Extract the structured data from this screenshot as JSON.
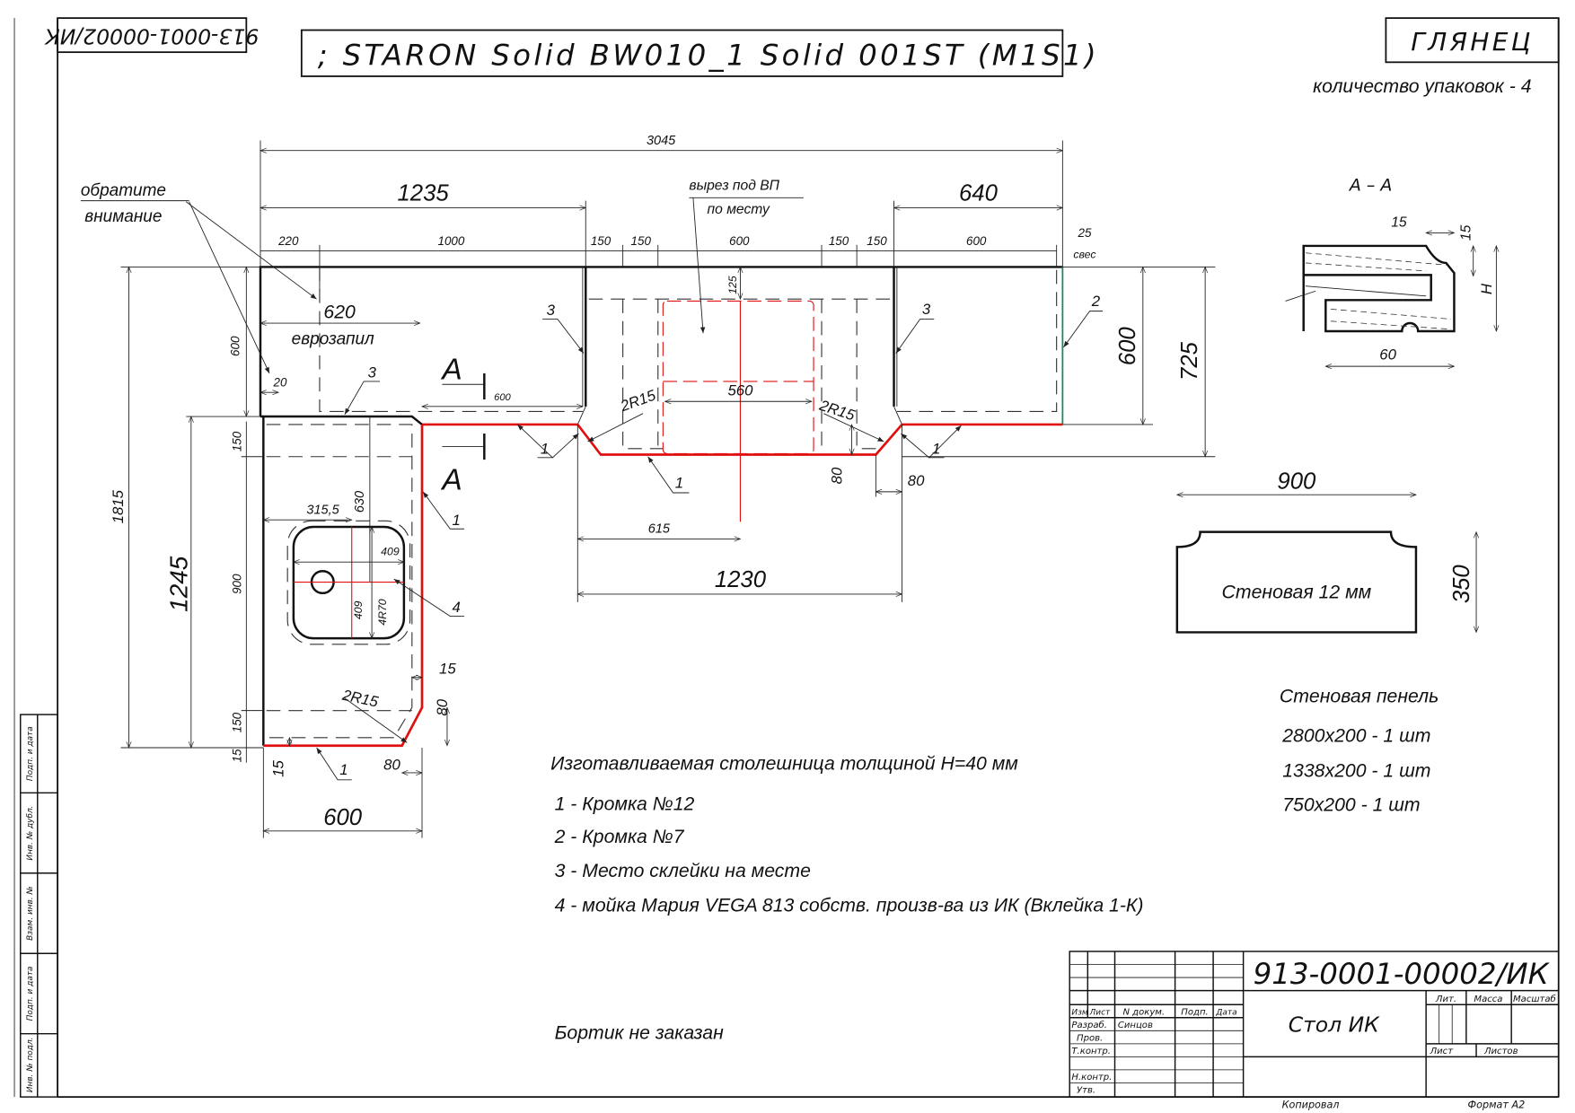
{
  "header": {
    "corner_code": "913-0001-00002/ИК",
    "title": "; STARON Solid BW010_1 Solid 001ST (M1S1)",
    "finish": "ГЛЯНЕЦ",
    "packages": "количество упаковок - 4"
  },
  "annotations": {
    "attention_line1": "обратите",
    "attention_line2": "внимание",
    "eurojoint_length": "620",
    "eurojoint": "еврозапил",
    "hob_cutout_line1": "вырез под ВП",
    "hob_cutout_line2": "по месту",
    "overhang": "свес",
    "section_mark": "A",
    "section_title": "A – A",
    "wall_panel_label": "Стеновая 12 мм"
  },
  "callouts": {
    "edge_12": "1",
    "edge_7": "2",
    "glue": "3",
    "sink": "4"
  },
  "dimensions": {
    "overall_width": "3045",
    "left_run": "1235",
    "right_run": "640",
    "seg_220": "220",
    "seg_1000": "1000",
    "seg_150": "150",
    "seg_600": "600",
    "overhang_25": "25",
    "hob_offset": "125",
    "hob_width": "560",
    "radius_2r15": "2R15",
    "depth_600": "600",
    "depth_725": "725",
    "chamfer_80": "80",
    "offset_615": "615",
    "span_1230": "1230",
    "total_1815": "1815",
    "leg_1245": "1245",
    "small_600": "600",
    "small_150": "150",
    "small_900": "900",
    "small_15": "15",
    "small_20": "20",
    "section_600": "600",
    "sink_offset": "315,5",
    "sink_center": "630",
    "sink_width": "409",
    "sink_height": "409",
    "sink_radius": "4R70",
    "leg_width": "600",
    "panel_width": "900",
    "panel_height": "350",
    "aa_15_h": "15",
    "aa_15_v": "15",
    "aa_h": "H",
    "aa_60": "60"
  },
  "notes": {
    "thickness": "Изготавливаемая столешница толщиной Н=40 мм",
    "items": [
      "1 -  Кромка №12",
      "2 -  Кромка №7",
      "3 -  Место склейки на месте",
      "4 -  мойка Мария VEGA 813 собств. произв-ва из ИК (Вклейка 1-К)"
    ],
    "backsplash_title": "Стеновая пенель",
    "backsplash_items": [
      "2800x200 - 1 шт",
      "1338x200 - 1 шт",
      "750x200 - 1 шт"
    ],
    "border": "Бортик не заказан"
  },
  "side_strip": [
    "Подп. и дата",
    "Инв. № дубл.",
    "Взам. инв. №",
    "Подп. и дата",
    "Инв. № подл."
  ],
  "title_block": {
    "doc_number": "913-0001-00002/ИК",
    "name": "Стол ИК",
    "col_change": "Изм",
    "col_sheet": "Лист",
    "col_doc": "N докум.",
    "col_sign": "Подп.",
    "col_date": "Дата",
    "developed": "Разраб.",
    "developer": "Синцов",
    "checked": "Пров.",
    "tech_control": "Т.контр.",
    "norm_control": "Н.контр.",
    "approved": "Утв.",
    "lit": "Лит.",
    "mass": "Масса",
    "scale": "Масштаб",
    "sheet": "Лист",
    "sheets": "Листов",
    "copied": "Копировал",
    "format": "Формат A2"
  },
  "colors": {
    "edge_12": "#e01010",
    "edge_7": "#1a8a5a"
  }
}
